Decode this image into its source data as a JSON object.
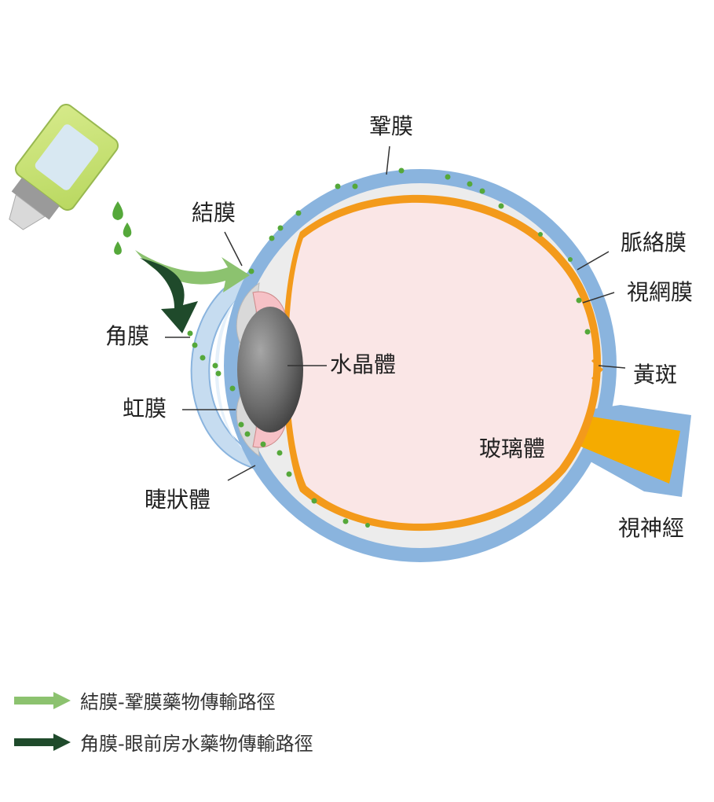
{
  "labels": {
    "sclera": "鞏膜",
    "conjunctiva": "結膜",
    "choroid": "脈絡膜",
    "retina": "視網膜",
    "cornea": "角膜",
    "lens": "水晶體",
    "macula": "黃斑",
    "iris": "虹膜",
    "vitreous": "玻璃體",
    "ciliary_body": "睫狀體",
    "optic_nerve": "視神經"
  },
  "legend": [
    {
      "label": "結膜-鞏膜藥物傳輸路徑",
      "color": "#8cc26f"
    },
    {
      "label": "角膜-眼前房水藥物傳輸路徑",
      "color": "#1f4a2b"
    }
  ],
  "colors": {
    "sclera": "#8ab4de",
    "vitreous": "#fae6e6",
    "retina": "#f39a1b",
    "drug": "#55a83a",
    "dark_arrow": "#1f4a2b",
    "light_arrow": "#8cc26f"
  }
}
